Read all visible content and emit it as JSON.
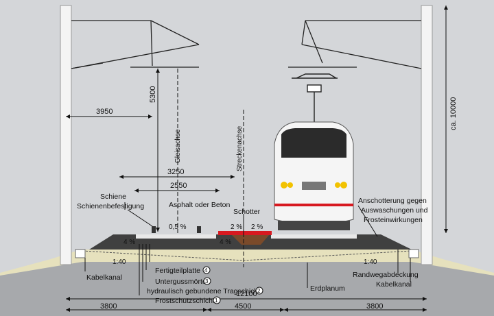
{
  "dimensions": {
    "d3950": "3950",
    "d5300": "5300",
    "d10000": "ca. 10000",
    "d3250": "3250",
    "d2550": "2550",
    "d12100": "12100",
    "d3800_left": "3800",
    "d4500": "4500",
    "d3800_right": "3800"
  },
  "axes": {
    "track_axis": "Gleisachse",
    "line_axis": "Streckenachse"
  },
  "slopes": {
    "track_top": "0,5 %",
    "asphalt_left": "2 %",
    "asphalt_right": "2 %",
    "subgrade_left": "4 %",
    "subgrade_center": "4 %",
    "embankment_left": "1:40",
    "embankment_right": "1:40"
  },
  "labels": {
    "rail": "Schiene",
    "rail_fastening": "Schienenbefestigung",
    "asphalt_or_concrete": "Asphalt oder Beton",
    "ballast": "Schotter",
    "ballasting_note_1": "Anschotterung gegen",
    "ballasting_note_2": "Auswaschungen und",
    "ballasting_note_3": "Frosteinwirkungen",
    "precast_slab": "Fertigteilplatte",
    "grout": "Untergussmörtel",
    "hydraulic_layer": "hydraulisch gebundene Tragschicht",
    "frost_layer": "Frostschutzschicht",
    "cable_duct_left": "Kabelkanal",
    "cable_duct_right": "Kabelkanal",
    "edge_cover": "Randwegabdeckung",
    "subgrade": "Erdplanum"
  },
  "layer_numbers": {
    "slab": "4",
    "grout": "3",
    "hydraulic": "2",
    "frost": "1"
  },
  "colors": {
    "background": "#d4d6d9",
    "fill_soil": "#e6e1bd",
    "ground": "#a7a9ac",
    "asphalt_red": "#d71920",
    "ballast_brown": "#7a4a2a",
    "train_red": "#d71920",
    "headlight": "#f2c200"
  }
}
